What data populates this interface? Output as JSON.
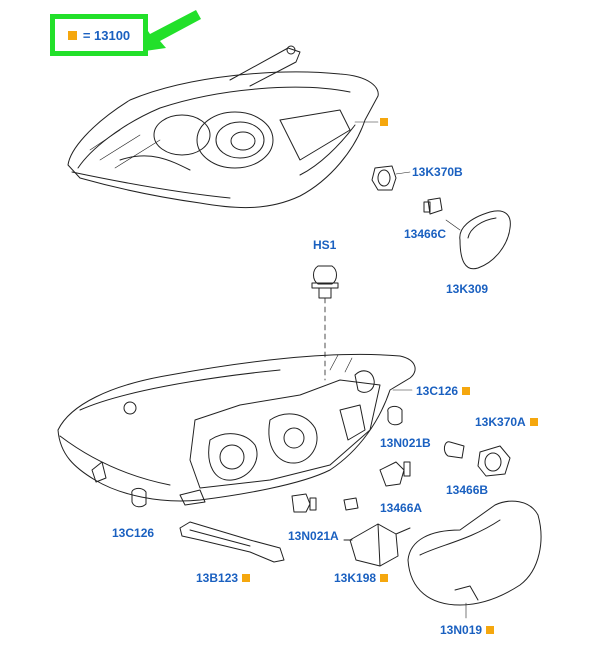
{
  "legend": {
    "marker": "orange-square",
    "text": "= 13100",
    "color": "#f5a70e",
    "frame_color": "#22e02a"
  },
  "label_color": "#1a60c0",
  "labels": {
    "headlamp_marker": "",
    "p13K370B": "13K370B",
    "p13466C": "13466C",
    "p13K309": "13K309",
    "pHS1": "HS1",
    "p13C126_top": "13C126",
    "p13N021B": "13N021B",
    "p13K370A": "13K370A",
    "p13466B": "13466B",
    "p13C126_left": "13C126",
    "p13466A": "13466A",
    "p13N021A": "13N021A",
    "p13B123": "13B123",
    "p13K198": "13K198",
    "p13N019": "13N019"
  }
}
